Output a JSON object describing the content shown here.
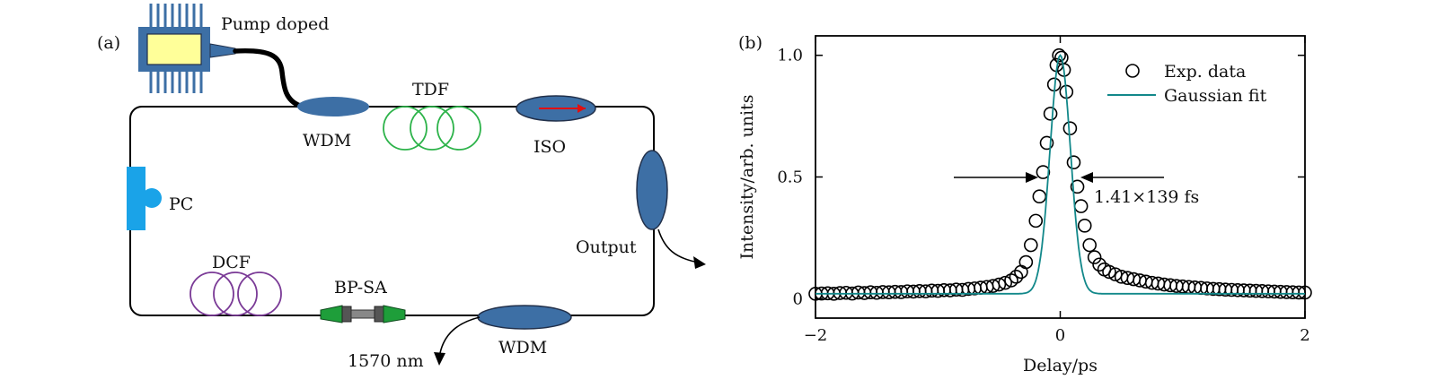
{
  "panel_a": {
    "label": "(a)",
    "components": {
      "pump": "Pump doped",
      "wdm_top": "WDM",
      "tdf": "TDF",
      "iso": "ISO",
      "output": "Output",
      "pc": "PC",
      "dcf": "DCF",
      "bpsa": "BP-SA",
      "wdm_bottom": "WDM",
      "wavelength": "1570 nm"
    },
    "colors": {
      "fiber": "#000000",
      "coupler": "#3d6fa5",
      "tdf_coil": "#2db34a",
      "dcf_coil": "#7a3a96",
      "pc": "#1aa3e8",
      "pump_body": "#3d6fa5",
      "pump_chip": "#ffff99",
      "iso_arrow": "#e01010",
      "bpsa_connector": "#1e9e3a"
    }
  },
  "panel_b": {
    "label": "(b)",
    "annotation": "1.41×139 fs"
  },
  "chart_data": {
    "type": "scatter",
    "xlabel": "Delay/ps",
    "ylabel": "Intensity/arb. units",
    "xlim": [
      -2,
      2
    ],
    "ylim": [
      -0.08,
      1.08
    ],
    "xticks": [
      -2,
      0,
      2
    ],
    "xtick_labels": [
      "−2",
      "0",
      "2"
    ],
    "yticks": [
      0,
      0.5,
      1.0
    ],
    "ytick_labels": [
      "0",
      "0.5",
      "1.0"
    ],
    "legend_position": "top-right",
    "grid": false,
    "series": [
      {
        "name": "Exp. data",
        "kind": "marker-circle-open",
        "color": "#000000",
        "x": [
          -2.0,
          -1.95,
          -1.9,
          -1.85,
          -1.8,
          -1.75,
          -1.7,
          -1.65,
          -1.6,
          -1.55,
          -1.5,
          -1.45,
          -1.4,
          -1.35,
          -1.3,
          -1.25,
          -1.2,
          -1.15,
          -1.1,
          -1.05,
          -1.0,
          -0.95,
          -0.9,
          -0.85,
          -0.8,
          -0.75,
          -0.7,
          -0.65,
          -0.6,
          -0.55,
          -0.5,
          -0.45,
          -0.4,
          -0.36,
          -0.32,
          -0.28,
          -0.24,
          -0.2,
          -0.17,
          -0.14,
          -0.11,
          -0.08,
          -0.05,
          -0.03,
          -0.01,
          0.01,
          0.03,
          0.05,
          0.08,
          0.11,
          0.14,
          0.17,
          0.2,
          0.24,
          0.28,
          0.32,
          0.36,
          0.4,
          0.45,
          0.5,
          0.55,
          0.6,
          0.65,
          0.7,
          0.75,
          0.8,
          0.85,
          0.9,
          0.95,
          1.0,
          1.05,
          1.1,
          1.15,
          1.2,
          1.25,
          1.3,
          1.35,
          1.4,
          1.45,
          1.5,
          1.55,
          1.6,
          1.65,
          1.7,
          1.75,
          1.8,
          1.85,
          1.9,
          1.95,
          2.0
        ],
        "y": [
          0.02,
          0.021,
          0.022,
          0.02,
          0.023,
          0.024,
          0.021,
          0.025,
          0.023,
          0.026,
          0.024,
          0.027,
          0.026,
          0.028,
          0.027,
          0.03,
          0.029,
          0.031,
          0.03,
          0.033,
          0.032,
          0.035,
          0.034,
          0.037,
          0.036,
          0.04,
          0.042,
          0.045,
          0.048,
          0.052,
          0.058,
          0.065,
          0.075,
          0.09,
          0.11,
          0.15,
          0.22,
          0.32,
          0.42,
          0.52,
          0.64,
          0.76,
          0.88,
          0.96,
          1.0,
          0.99,
          0.94,
          0.85,
          0.7,
          0.56,
          0.46,
          0.38,
          0.3,
          0.22,
          0.17,
          0.14,
          0.12,
          0.11,
          0.1,
          0.09,
          0.085,
          0.08,
          0.075,
          0.07,
          0.065,
          0.062,
          0.058,
          0.055,
          0.052,
          0.05,
          0.048,
          0.046,
          0.044,
          0.042,
          0.04,
          0.039,
          0.037,
          0.036,
          0.035,
          0.034,
          0.033,
          0.032,
          0.031,
          0.03,
          0.029,
          0.028,
          0.027,
          0.026,
          0.025,
          0.025
        ]
      },
      {
        "name": "Gaussian fit",
        "kind": "line",
        "color": "#12888a",
        "baseline": 0.02,
        "amplitude": 1.0,
        "center": 0.0,
        "fwhm": 0.196
      }
    ]
  }
}
